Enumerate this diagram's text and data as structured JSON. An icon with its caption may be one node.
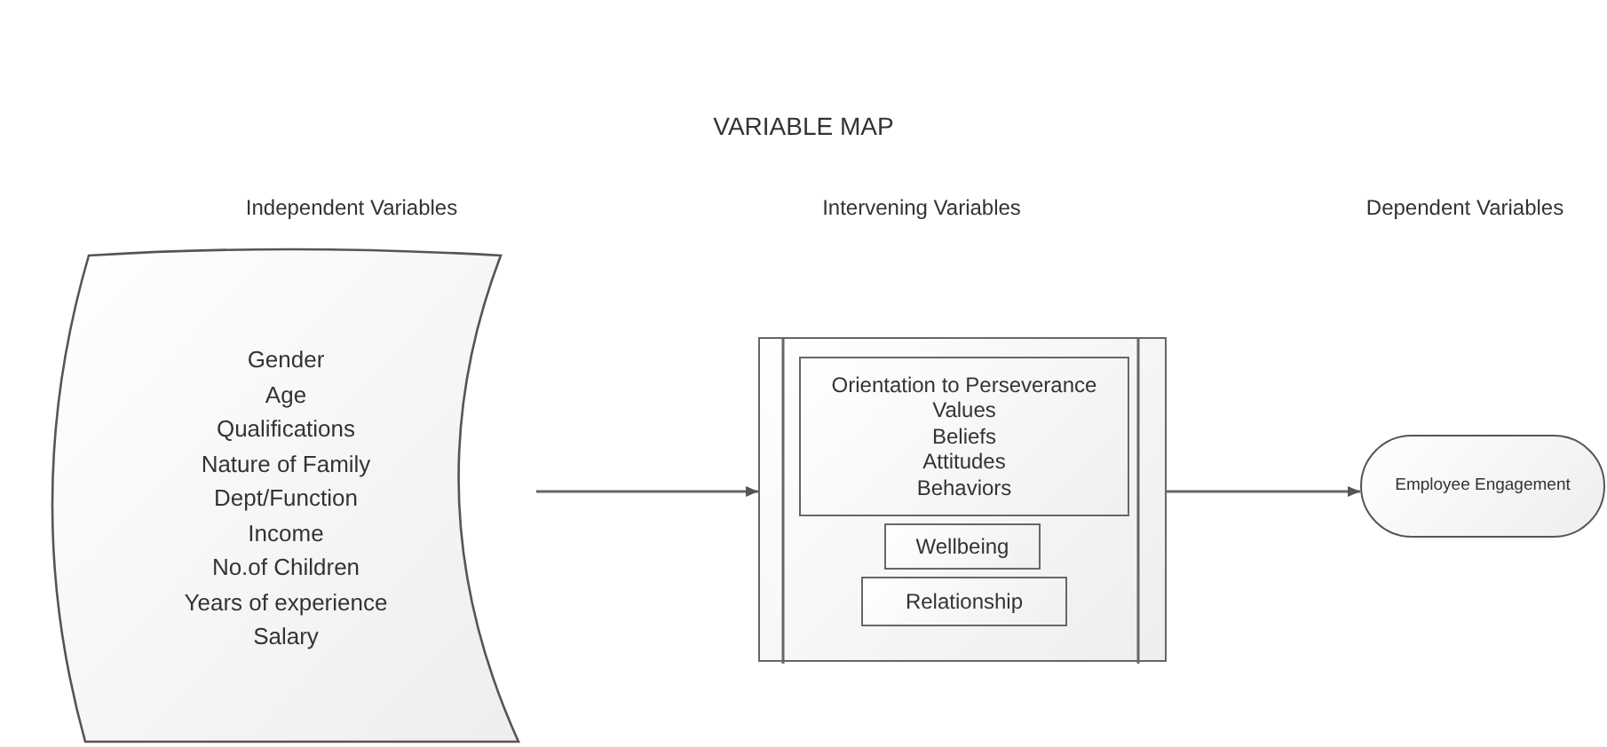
{
  "diagram": {
    "title": "VARIABLE MAP",
    "nodes": [
      {
        "text": [
          "Gender",
          "Age",
          "Qualifications",
          "Nature of Family",
          "Dept/Function",
          "Income",
          "No.of Children",
          "Years of experience",
          "Salary"
        ]
      },
      {
        "text": [],
        "shape": "box"
      },
      {
        "text": [
          "Orientation to Perseverance",
          "Values",
          "Beliefs",
          "Attitudes",
          "Behaviors"
        ],
        "in": 1
      },
      {
        "text": [
          "Wellbeing"
        ],
        "in": 1
      },
      {
        "text": [
          "Relationship"
        ],
        "in": 1
      },
      {
        "text": [
          "Employee Engagement"
        ]
      }
    ],
    "edges": [
      {
        "from": 0,
        "to": 1,
        "arrow": "to"
      },
      {
        "from": 1,
        "to": 5,
        "arrow": "to"
      }
    ],
    "labels": [
      "Independent Variables",
      "Intervening Variables",
      "Dependent Variables"
    ]
  }
}
